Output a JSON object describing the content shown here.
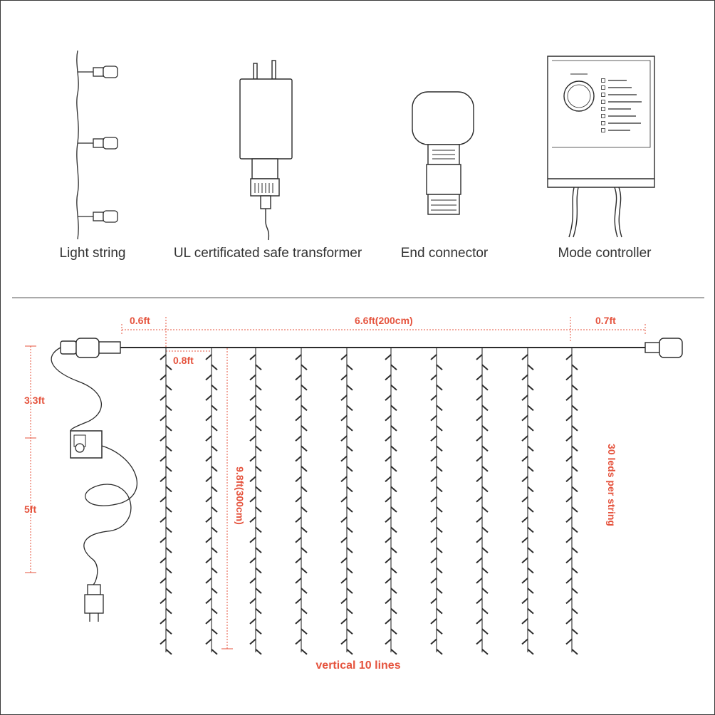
{
  "components": {
    "light_string": "Light string",
    "transformer": "UL certificated safe transformer",
    "end_connector": "End connector",
    "mode_controller": "Mode controller"
  },
  "dimensions": {
    "lead_left": "0.6ft",
    "top_wire": "6.6ft(200cm)",
    "lead_right": "0.7ft",
    "spacing": "0.8ft",
    "cable_upper": "3.3ft",
    "cable_lower": "5ft",
    "height": "9.8ft(300cm)",
    "leds_per_string": "30 leds per string",
    "lines": "vertical 10 lines"
  },
  "colors": {
    "annotation": "#e5533d",
    "line_art": "#2b2b2b"
  },
  "strand_count": 10,
  "leds_per_strand": 30
}
